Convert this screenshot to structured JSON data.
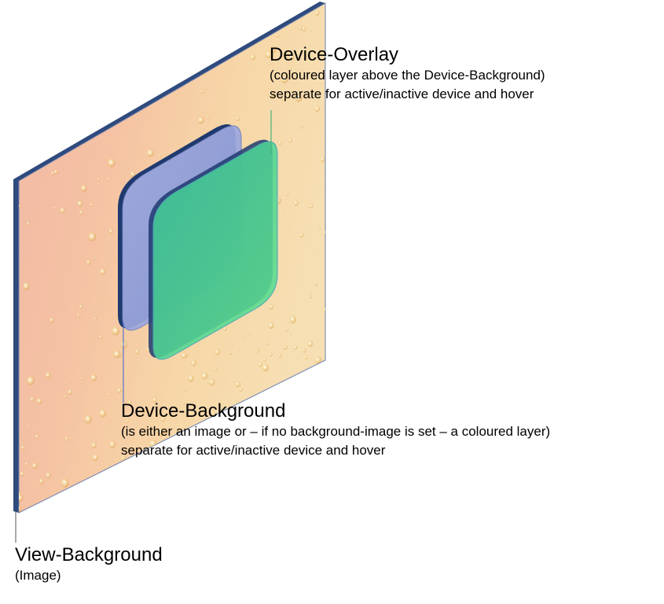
{
  "labels": {
    "overlay": {
      "title": "Device-Overlay",
      "line1": "(coloured layer above the Device-Background)",
      "line2": "separate for active/inactive device and hover"
    },
    "device_background": {
      "title": "Device-Background",
      "line1": "(is either an image or – if no background-image is set – a coloured layer)",
      "line2": "separate for active/inactive device and hover"
    },
    "view_background": {
      "title": "View-Background",
      "line1": "(Image)"
    }
  },
  "colors": {
    "panel_edge": "#2f4a7c",
    "panel_warm": "#f4b3a0",
    "panel_light": "#f7dca6",
    "device_background_fill": "#98a4dc",
    "device_overlay_fill": "#4fd49a",
    "device_edge": "#1f3a6e",
    "leader_overlay": "#46b37d",
    "leader_background": "#5b74c4",
    "leader_view": "#555555"
  }
}
